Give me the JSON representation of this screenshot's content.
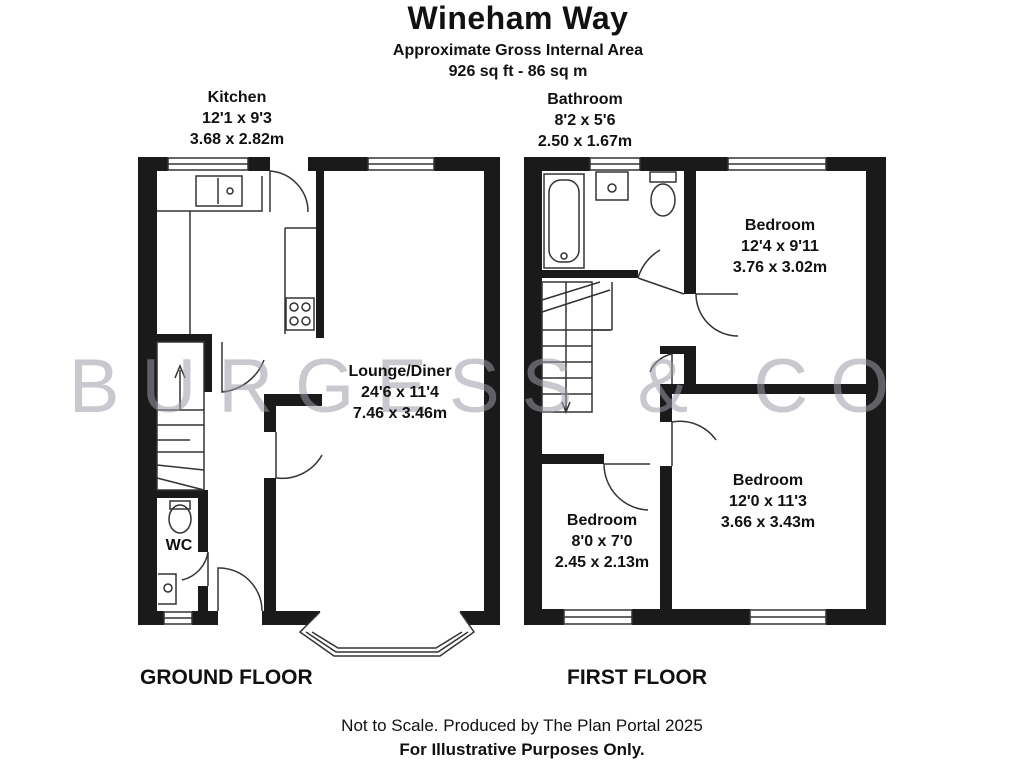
{
  "header": {
    "title": "Wineham Way",
    "area_label": "Approximate Gross Internal Area",
    "area_value": "926 sq ft - 86 sq m"
  },
  "ground_floor": {
    "label": "GROUND FLOOR",
    "rooms": {
      "kitchen": {
        "name": "Kitchen",
        "imperial": "12'1 x 9'3",
        "metric": "3.68 x 2.82m"
      },
      "lounge": {
        "name": "Lounge/Diner",
        "imperial": "24'6 x 11'4",
        "metric": "7.46 x 3.46m"
      },
      "wc": {
        "name": "WC"
      }
    }
  },
  "first_floor": {
    "label": "FIRST FLOOR",
    "rooms": {
      "bathroom": {
        "name": "Bathroom",
        "imperial": "8'2 x 5'6",
        "metric": "2.50 x 1.67m"
      },
      "bedroom1": {
        "name": "Bedroom",
        "imperial": "12'4 x 9'11",
        "metric": "3.76 x 3.02m"
      },
      "bedroom2": {
        "name": "Bedroom",
        "imperial": "12'0 x 11'3",
        "metric": "3.66 x 3.43m"
      },
      "bedroom3": {
        "name": "Bedroom",
        "imperial": "8'0 x 7'0",
        "metric": "2.45 x 2.13m"
      }
    }
  },
  "watermark": {
    "text": "BURGESS & CO",
    "color": "#9a9aa6"
  },
  "footer": {
    "credit": "Not to Scale. Produced by The Plan Portal 2025",
    "disclaimer": "For Illustrative Purposes Only."
  }
}
